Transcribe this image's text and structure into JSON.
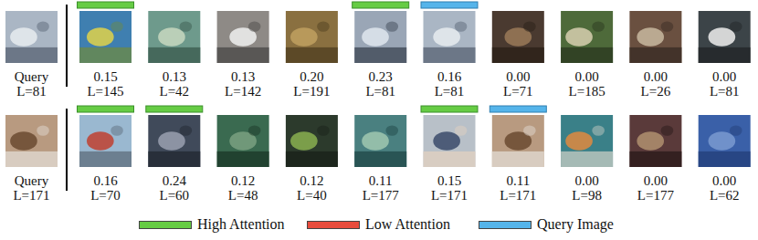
{
  "diagram": {
    "labels": [
      "Query",
      "L=81",
      "0.15",
      "L=145",
      "0.13",
      "L=42",
      "0.13",
      "L=142",
      "0.20",
      "L=191",
      "0.23",
      "L=81",
      "0.16",
      "L=81",
      "0.00",
      "L=71",
      "0.00",
      "L=185",
      "0.00",
      "L=26",
      "0.00",
      "L=81",
      "Query",
      "L=171",
      "0.16",
      "L=70",
      "0.24",
      "L=60",
      "0.12",
      "L=48",
      "0.12",
      "L=40",
      "0.11",
      "L=177",
      "0.15",
      "L=171",
      "0.11",
      "L=171",
      "0.00",
      "L=98",
      "0.00",
      "L=177",
      "0.00",
      "L=62"
    ],
    "legend": [
      {
        "text": "High Attention",
        "color": "#66cc44"
      },
      {
        "text": "Low Attention",
        "color": "#e84c3d"
      },
      {
        "text": "Query Image",
        "color": "#55b4ea"
      }
    ]
  }
}
